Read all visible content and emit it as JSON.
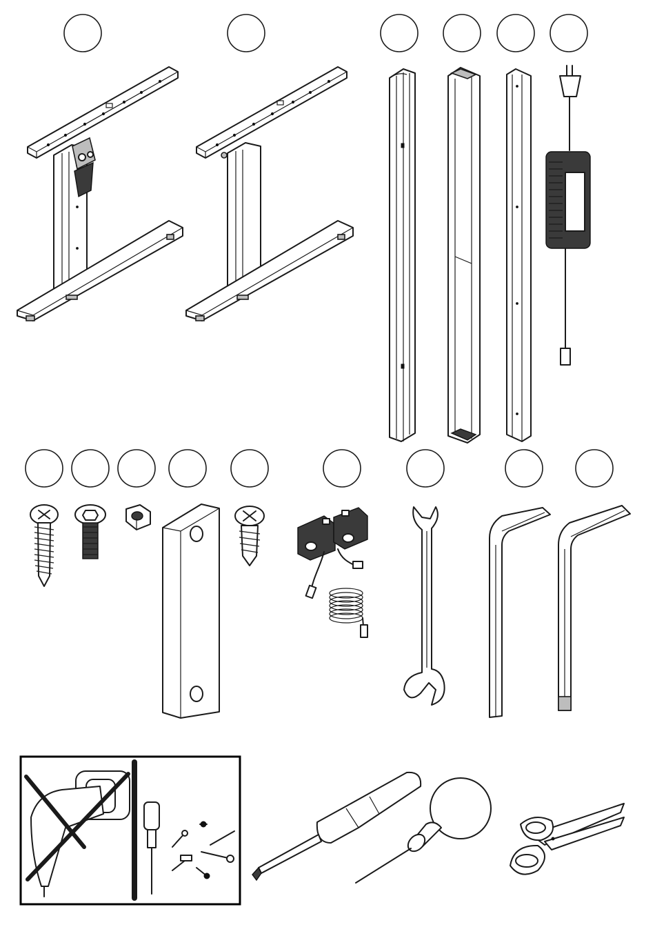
{
  "sheet": {
    "type": "assembly-parts-overview",
    "background": "#ffffff",
    "line_color": "#1a1a1a"
  },
  "parts_row_1": [
    {
      "name": "leg-frame-with-motor",
      "label": ""
    },
    {
      "name": "leg-frame",
      "label": ""
    },
    {
      "name": "cable-channel-a",
      "label": ""
    },
    {
      "name": "cable-channel-b",
      "label": ""
    },
    {
      "name": "cable-channel-c",
      "label": ""
    },
    {
      "name": "power-supply",
      "label": ""
    }
  ],
  "parts_row_2": [
    {
      "name": "wood-screw",
      "label": ""
    },
    {
      "name": "hex-socket-bolt",
      "label": ""
    },
    {
      "name": "hex-nut",
      "label": ""
    },
    {
      "name": "spacer-plate",
      "label": ""
    },
    {
      "name": "short-screw",
      "label": ""
    },
    {
      "name": "control-switch",
      "label": ""
    },
    {
      "name": "open-end-wrench",
      "label": ""
    },
    {
      "name": "allen-key-small",
      "label": ""
    },
    {
      "name": "allen-key-large",
      "label": ""
    }
  ],
  "notes": {
    "no_power_drill": "crossed-out-drill-icon",
    "use_hand_tools": [
      "screwdriver-icon",
      "awl-icon",
      "scissors-icon"
    ]
  }
}
